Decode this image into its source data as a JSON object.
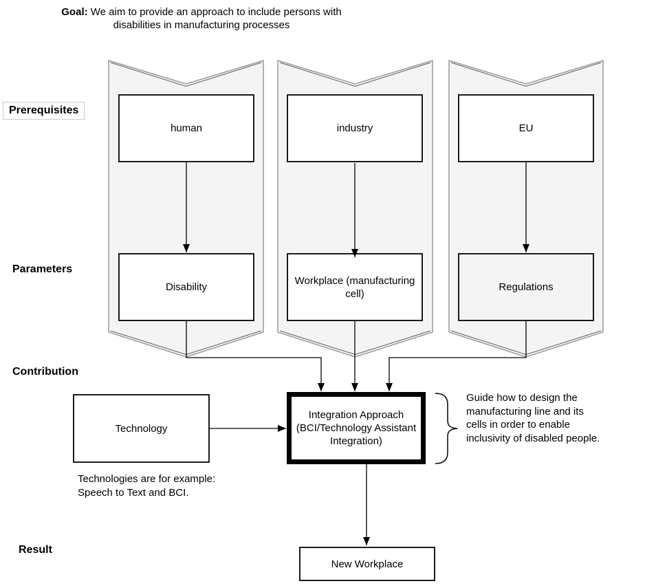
{
  "figure": {
    "goal": {
      "label": "Goal:",
      "lines": [
        "We aim to provide an approach to include persons with",
        "disabilities in manufacturing processes"
      ]
    },
    "row_labels": {
      "prerequisites": "Prerequisites",
      "parameters": "Parameters",
      "contribution": "Contribution",
      "result": "Result"
    },
    "columns": [
      {
        "prerequisite": "human",
        "parameter": "Disability"
      },
      {
        "prerequisite": "industry",
        "parameter": "Workplace (manufacturing cell)"
      },
      {
        "prerequisite": "EU",
        "parameter": "Regulations"
      }
    ],
    "contribution": {
      "technology": "Technology",
      "integration": "Integration Approach (BCI/Technology Assistant Integration)",
      "technology_note": [
        "Technologies are for example:",
        "Speech to Text and BCI."
      ],
      "guide_note": [
        "Guide how to design the",
        "manufacturing line and its",
        "cells in order to enable",
        "inclusivity of disabled people."
      ]
    },
    "result_box": "New Workplace",
    "colors": {
      "chevron_fill": "#f4f4f4",
      "chevron_edge": "#999999",
      "chevron_inner_edge": "#5c5c5c",
      "line": "#000000"
    }
  }
}
